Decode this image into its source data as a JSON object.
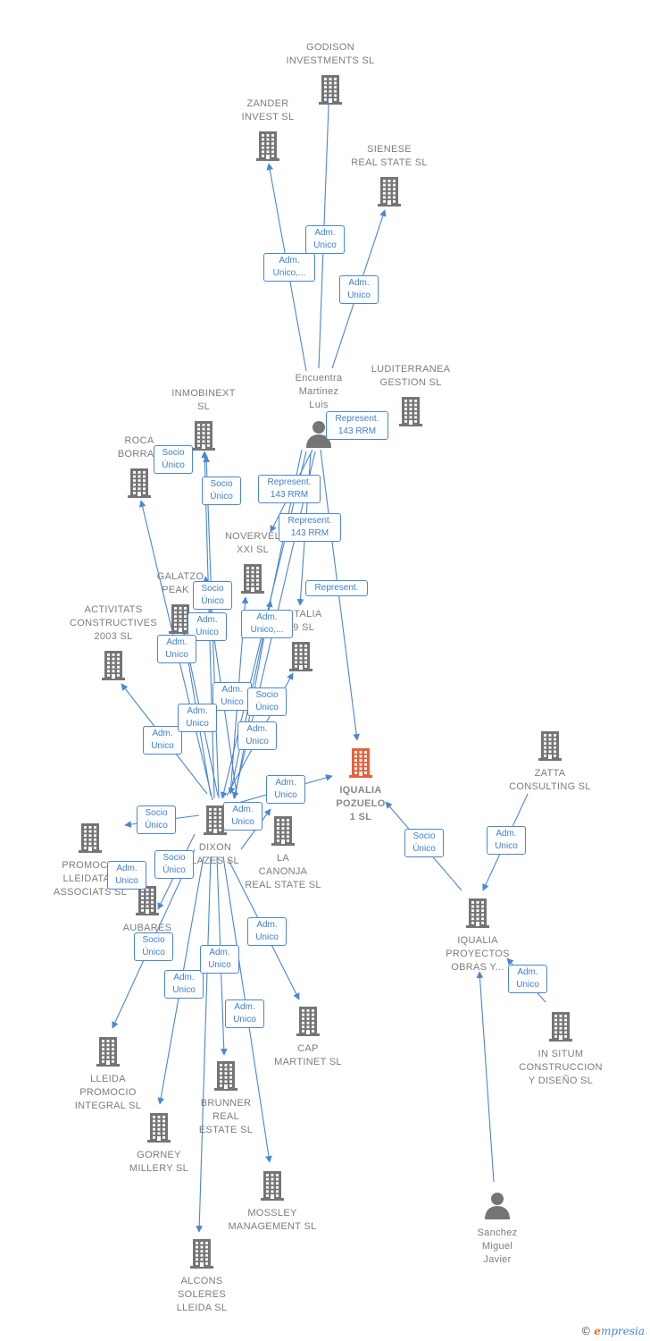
{
  "colors": {
    "company": "#757575",
    "focus_company": "#e8603c",
    "edge": "#4a86d4",
    "badge_text": "#3f7fd0",
    "label": "#7d7d7d"
  },
  "nodes": [
    {
      "id": "godison",
      "type": "company",
      "label": [
        "GODISON",
        "INVESTMENTS SL"
      ]
    },
    {
      "id": "zander",
      "type": "company",
      "label": [
        "ZANDER",
        "INVEST SL"
      ]
    },
    {
      "id": "sienese",
      "type": "company",
      "label": [
        "SIENESE",
        "REAL STATE SL"
      ]
    },
    {
      "id": "encuentra",
      "type": "person",
      "label": [
        "Encuentra",
        "Martinez",
        "Luis"
      ]
    },
    {
      "id": "luditerranea",
      "type": "company",
      "label": [
        "LUDITERRANEA",
        "GESTION SL"
      ]
    },
    {
      "id": "inmobinext",
      "type": "company",
      "label": [
        "INMOBINEXT",
        "SL"
      ]
    },
    {
      "id": "roca",
      "type": "company",
      "label": [
        "ROCA",
        "BORRAS"
      ]
    },
    {
      "id": "novervel",
      "type": "company",
      "label": [
        "NOVERVEL",
        "XXI SL"
      ]
    },
    {
      "id": "galatzo",
      "type": "company",
      "label": [
        "GALATZO",
        "PEAK S"
      ]
    },
    {
      "id": "activitats",
      "type": "company",
      "label": [
        "ACTIVITATS",
        "CONSTRUCTIVES",
        "2003 SL"
      ]
    },
    {
      "id": "ectalia",
      "type": "company",
      "label": [
        "ECTALIA",
        "09 SL"
      ]
    },
    {
      "id": "iqualia_pozuelo",
      "type": "focus",
      "label": [
        "IQUALIA",
        "POZUELO",
        "1 SL"
      ]
    },
    {
      "id": "zatta",
      "type": "company",
      "label": [
        "ZATTA",
        "CONSULTING SL"
      ]
    },
    {
      "id": "dixon",
      "type": "company",
      "label": [
        "DIXON",
        "LAZES SL"
      ]
    },
    {
      "id": "la_canonja",
      "type": "company",
      "label": [
        "LA",
        "CANONJA",
        "REAL STATE SL"
      ]
    },
    {
      "id": "promocio",
      "type": "company",
      "label": [
        "PROMOCIO",
        "LLEIDATAN",
        "ASSOCIATS SL"
      ]
    },
    {
      "id": "aubares",
      "type": "company",
      "label": [
        "AUBARES",
        "LLE"
      ]
    },
    {
      "id": "iqualia_proyectos",
      "type": "company",
      "label": [
        "IQUALIA",
        "PROYECTOS",
        "OBRAS Y..."
      ]
    },
    {
      "id": "in_situm",
      "type": "company",
      "label": [
        "IN SITUM",
        "CONSTRUCCION",
        "Y DISEÑO SL"
      ]
    },
    {
      "id": "cap_martinet",
      "type": "company",
      "label": [
        "CAP",
        "MARTINET SL"
      ]
    },
    {
      "id": "lleida_promocio",
      "type": "company",
      "label": [
        "LLEIDA",
        "PROMOCIO",
        "INTEGRAL SL"
      ]
    },
    {
      "id": "brunner",
      "type": "company",
      "label": [
        "BRUNNER",
        "REAL",
        "ESTATE SL"
      ]
    },
    {
      "id": "gorney",
      "type": "company",
      "label": [
        "GORNEY",
        "MILLERY SL"
      ]
    },
    {
      "id": "mossley",
      "type": "company",
      "label": [
        "MOSSLEY",
        "MANAGEMENT SL"
      ]
    },
    {
      "id": "sanchez",
      "type": "person",
      "label": [
        "Sanchez",
        "Miguel",
        "Javier"
      ]
    },
    {
      "id": "alcons",
      "type": "company",
      "label": [
        "ALCONS",
        "SOLERES",
        "LLEIDA SL"
      ]
    }
  ],
  "badges": [
    {
      "lines": [
        "Adm.",
        "Unico"
      ]
    },
    {
      "lines": [
        "Adm.",
        "Unico,..."
      ]
    },
    {
      "lines": [
        "Adm.",
        "Unico"
      ]
    },
    {
      "lines": [
        "Represent.",
        "143 RRM"
      ]
    },
    {
      "lines": [
        "Socio",
        "Único"
      ]
    },
    {
      "lines": [
        "Socio",
        "Único"
      ]
    },
    {
      "lines": [
        "Represent.",
        "143 RRM"
      ]
    },
    {
      "lines": [
        "Represent.",
        "143 RRM"
      ]
    },
    {
      "lines": [
        "Represent."
      ]
    },
    {
      "lines": [
        "Socio",
        "Único"
      ]
    },
    {
      "lines": [
        "Adm.",
        "Unico"
      ]
    },
    {
      "lines": [
        "Adm.",
        "Unico,..."
      ]
    },
    {
      "lines": [
        "Adm.",
        "Unico"
      ]
    },
    {
      "lines": [
        "Adm.",
        "Unico"
      ]
    },
    {
      "lines": [
        "Socio",
        "Único"
      ]
    },
    {
      "lines": [
        "Adm.",
        "Unico"
      ]
    },
    {
      "lines": [
        "Adm.",
        "Unico"
      ]
    },
    {
      "lines": [
        "Adm.",
        "Unico"
      ]
    },
    {
      "lines": [
        "Adm.",
        "Unico"
      ]
    },
    {
      "lines": [
        "Adm.",
        "Unico"
      ]
    },
    {
      "lines": [
        "Socio",
        "Único"
      ]
    },
    {
      "lines": [
        "Socio",
        "Único"
      ]
    },
    {
      "lines": [
        "Adm.",
        "Unico"
      ]
    },
    {
      "lines": [
        "Socio",
        "Único"
      ]
    },
    {
      "lines": [
        "Adm.",
        "Unico"
      ]
    },
    {
      "lines": [
        "Adm.",
        "Unico"
      ]
    },
    {
      "lines": [
        "Adm.",
        "Unico"
      ]
    },
    {
      "lines": [
        "Adm.",
        "Unico"
      ]
    },
    {
      "lines": [
        "Socio",
        "Único"
      ]
    },
    {
      "lines": [
        "Adm.",
        "Unico"
      ]
    },
    {
      "lines": [
        "Adm.",
        "Unico"
      ]
    }
  ],
  "footer": {
    "copyright_symbol": "©",
    "brand_initial": "e",
    "brand_rest": "mpresia"
  }
}
